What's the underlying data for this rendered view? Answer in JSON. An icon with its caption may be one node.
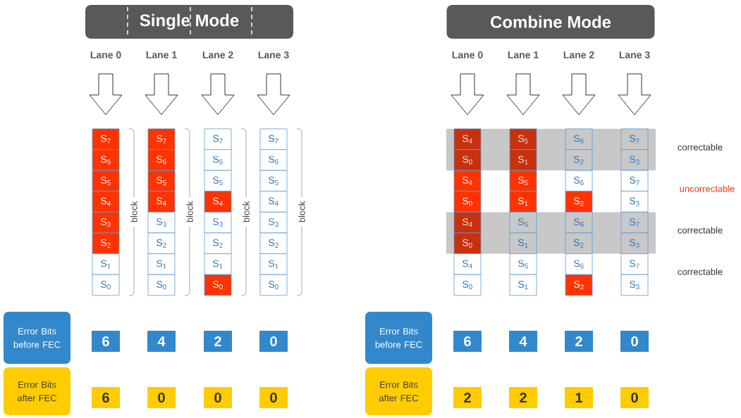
{
  "diagram": {
    "nodes": [
      {
        "text": [
          "Single Mode"
        ]
      },
      {
        "text": [
          "Combine Mode"
        ]
      },
      {
        "text": [
          "S$_{7}$"
        ]
      },
      {
        "text": [
          "S$_{6}$"
        ]
      },
      {
        "text": [
          "S$_{5}$"
        ]
      },
      {
        "text": [
          "S$_{4}$"
        ]
      },
      {
        "text": [
          "S$_{3}$"
        ]
      },
      {
        "text": [
          "S$_{2}$"
        ]
      },
      {
        "text": [
          "S$_{1}$"
        ]
      },
      {
        "text": [
          "S$_{0}$"
        ]
      },
      {
        "text": [
          "S$_{7}$"
        ]
      },
      {
        "text": [
          "S$_{6}$"
        ]
      },
      {
        "text": [
          "S$_{5}$"
        ]
      },
      {
        "text": [
          "S$_{4}$"
        ]
      },
      {
        "text": [
          "S$_{3}$"
        ]
      },
      {
        "text": [
          "S$_{2}$"
        ]
      },
      {
        "text": [
          "S$_{1}$"
        ]
      },
      {
        "text": [
          "S$_{0}$"
        ]
      },
      {
        "text": [
          "S$_{7}$"
        ]
      },
      {
        "text": [
          "S$_{6}$"
        ]
      },
      {
        "text": [
          "S$_{5}$"
        ]
      },
      {
        "text": [
          "S$_{4}$"
        ]
      },
      {
        "text": [
          "S$_{3}$"
        ]
      },
      {
        "text": [
          "S$_{2}$"
        ]
      },
      {
        "text": [
          "S$_{1}$"
        ]
      },
      {
        "text": [
          "S$_{0}$"
        ]
      },
      {
        "text": [
          "S$_{7}$"
        ]
      },
      {
        "text": [
          "S$_{6}$"
        ]
      },
      {
        "text": [
          "S$_{5}$"
        ]
      },
      {
        "text": [
          "S$_{4}$"
        ]
      },
      {
        "text": [
          "S$_{3}$"
        ]
      },
      {
        "text": [
          "S$_{2}$"
        ]
      },
      {
        "text": [
          "S$_{1}$"
        ]
      },
      {
        "text": [
          "S$_{0}$"
        ]
      },
      {
        "text": [
          "S$_{4}$"
        ]
      },
      {
        "text": [
          "S$_{0}$"
        ]
      },
      {
        "text": [
          "S$_{4}$"
        ]
      },
      {
        "text": [
          "S$_{0}$"
        ]
      },
      {
        "text": [
          "S$_{4}$"
        ]
      },
      {
        "text": [
          "S$_{0}$"
        ]
      },
      {
        "text": [
          "S$_{4}$"
        ]
      },
      {
        "text": [
          "S$_{0}$"
        ]
      },
      {
        "text": [
          "S$_{5}$"
        ]
      },
      {
        "text": [
          "S$_{1}$"
        ]
      },
      {
        "text": [
          "S$_{5}$"
        ]
      },
      {
        "text": [
          "S$_{1}$"
        ]
      },
      {
        "text": [
          "S$_{5}$"
        ]
      },
      {
        "text": [
          "S$_{1}$"
        ]
      },
      {
        "text": [
          "S$_{5}$"
        ]
      },
      {
        "text": [
          "S$_{1}$"
        ]
      },
      {
        "text": [
          "S$_{6}$"
        ]
      },
      {
        "text": [
          "S$_{2}$"
        ]
      },
      {
        "text": [
          "S$_{6}$"
        ]
      },
      {
        "text": [
          "S$_{2}$"
        ]
      },
      {
        "text": [
          "S$_{6}$"
        ]
      },
      {
        "text": [
          "S$_{2}$"
        ]
      },
      {
        "text": [
          "S$_{6}$"
        ]
      },
      {
        "text": [
          "S$_{2}$"
        ]
      },
      {
        "text": [
          "S$_{7}$"
        ]
      },
      {
        "text": [
          "S$_{3}$"
        ]
      },
      {
        "text": [
          "S$_{7}$"
        ]
      },
      {
        "text": [
          "S$_{3}$"
        ]
      },
      {
        "text": [
          "S$_{7}$"
        ]
      },
      {
        "text": [
          "S$_{3}$"
        ]
      },
      {
        "text": [
          "S$_{7}$"
        ]
      },
      {
        "text": [
          "S$_{3}$"
        ]
      },
      {
        "text": [
          "Error Bits before FEC"
        ]
      },
      {
        "text": [
          "6"
        ]
      },
      {
        "text": [
          "4"
        ]
      },
      {
        "text": [
          "2"
        ]
      },
      {
        "text": [
          "0"
        ]
      },
      {
        "text": [
          "Error Bits before FEC"
        ]
      },
      {
        "text": [
          "6"
        ]
      },
      {
        "text": [
          "4"
        ]
      },
      {
        "text": [
          "2"
        ]
      },
      {
        "text": [
          "0"
        ]
      },
      {
        "text": [
          "Error Bits after FEC"
        ]
      },
      {
        "text": [
          "6"
        ]
      },
      {
        "text": [
          "0"
        ]
      },
      {
        "text": [
          "0"
        ]
      },
      {
        "text": [
          "0"
        ]
      },
      {
        "text": [
          "Error Bits after FEC"
        ]
      },
      {
        "text": [
          "2"
        ]
      },
      {
        "text": [
          "2"
        ]
      },
      {
        "text": [
          "1"
        ]
      },
      {
        "text": [
          "0"
        ]
      }
    ],
    "labels": [
      "Lane 0",
      "Lane 1",
      "Lane 2",
      "Lane 3",
      "Lane 0",
      "Lane 1",
      "Lane 2",
      "Lane 3",
      "correctable",
      "uncorrectable",
      "block",
      "block",
      "block",
      "block",
      "correctable",
      "correctable"
    ]
  }
}
